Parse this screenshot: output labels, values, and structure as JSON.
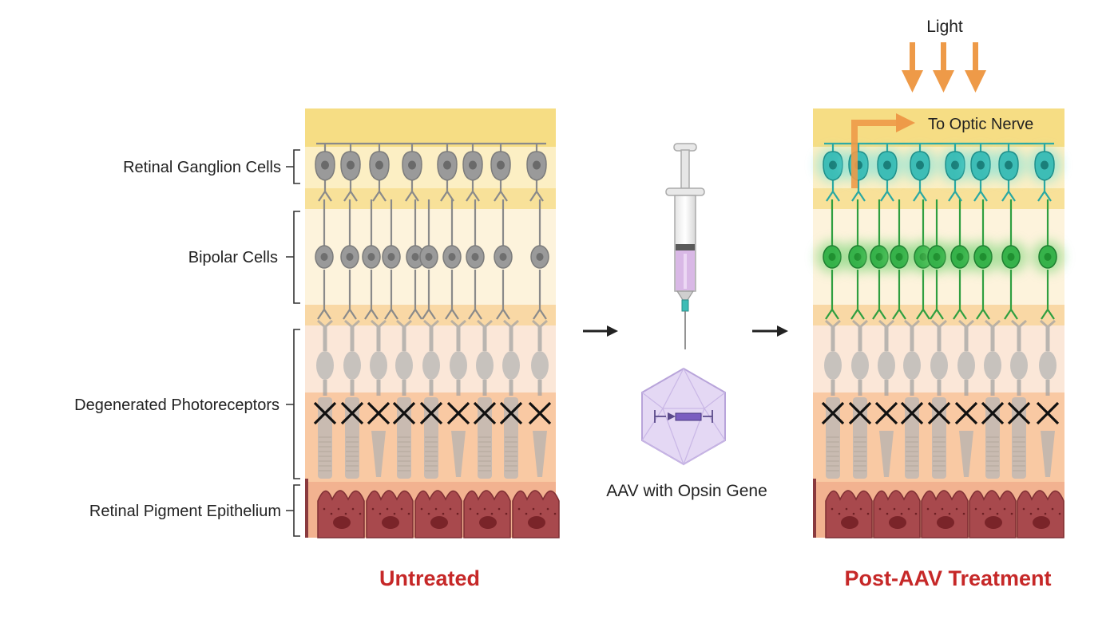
{
  "layers": {
    "ganglion": "Retinal Ganglion Cells",
    "bipolar": "Bipolar Cells",
    "photoreceptors": "Degenerated Photoreceptors",
    "rpe": "Retinal Pigment Epithelium"
  },
  "panels": {
    "left_title": "Untreated",
    "right_title": "Post-AAV Treatment"
  },
  "center": {
    "vector_label": "AAV with Opsin Gene"
  },
  "annotations": {
    "light": "Light",
    "optic_nerve": "To Optic Nerve"
  },
  "colors": {
    "title_red": "#c62828",
    "light_arrow": "#ee9a48",
    "ganglion_active": "#3dbdb6",
    "bipolar_active": "#36b24a",
    "cell_inactive": "#9a9a9a",
    "rpe": "#a8494d",
    "drug": "#d9b8e6"
  },
  "icons": [
    "syringe-icon",
    "aav-capsid-icon",
    "cross-mark-icon",
    "light-arrow-icon",
    "right-arrow-icon"
  ]
}
